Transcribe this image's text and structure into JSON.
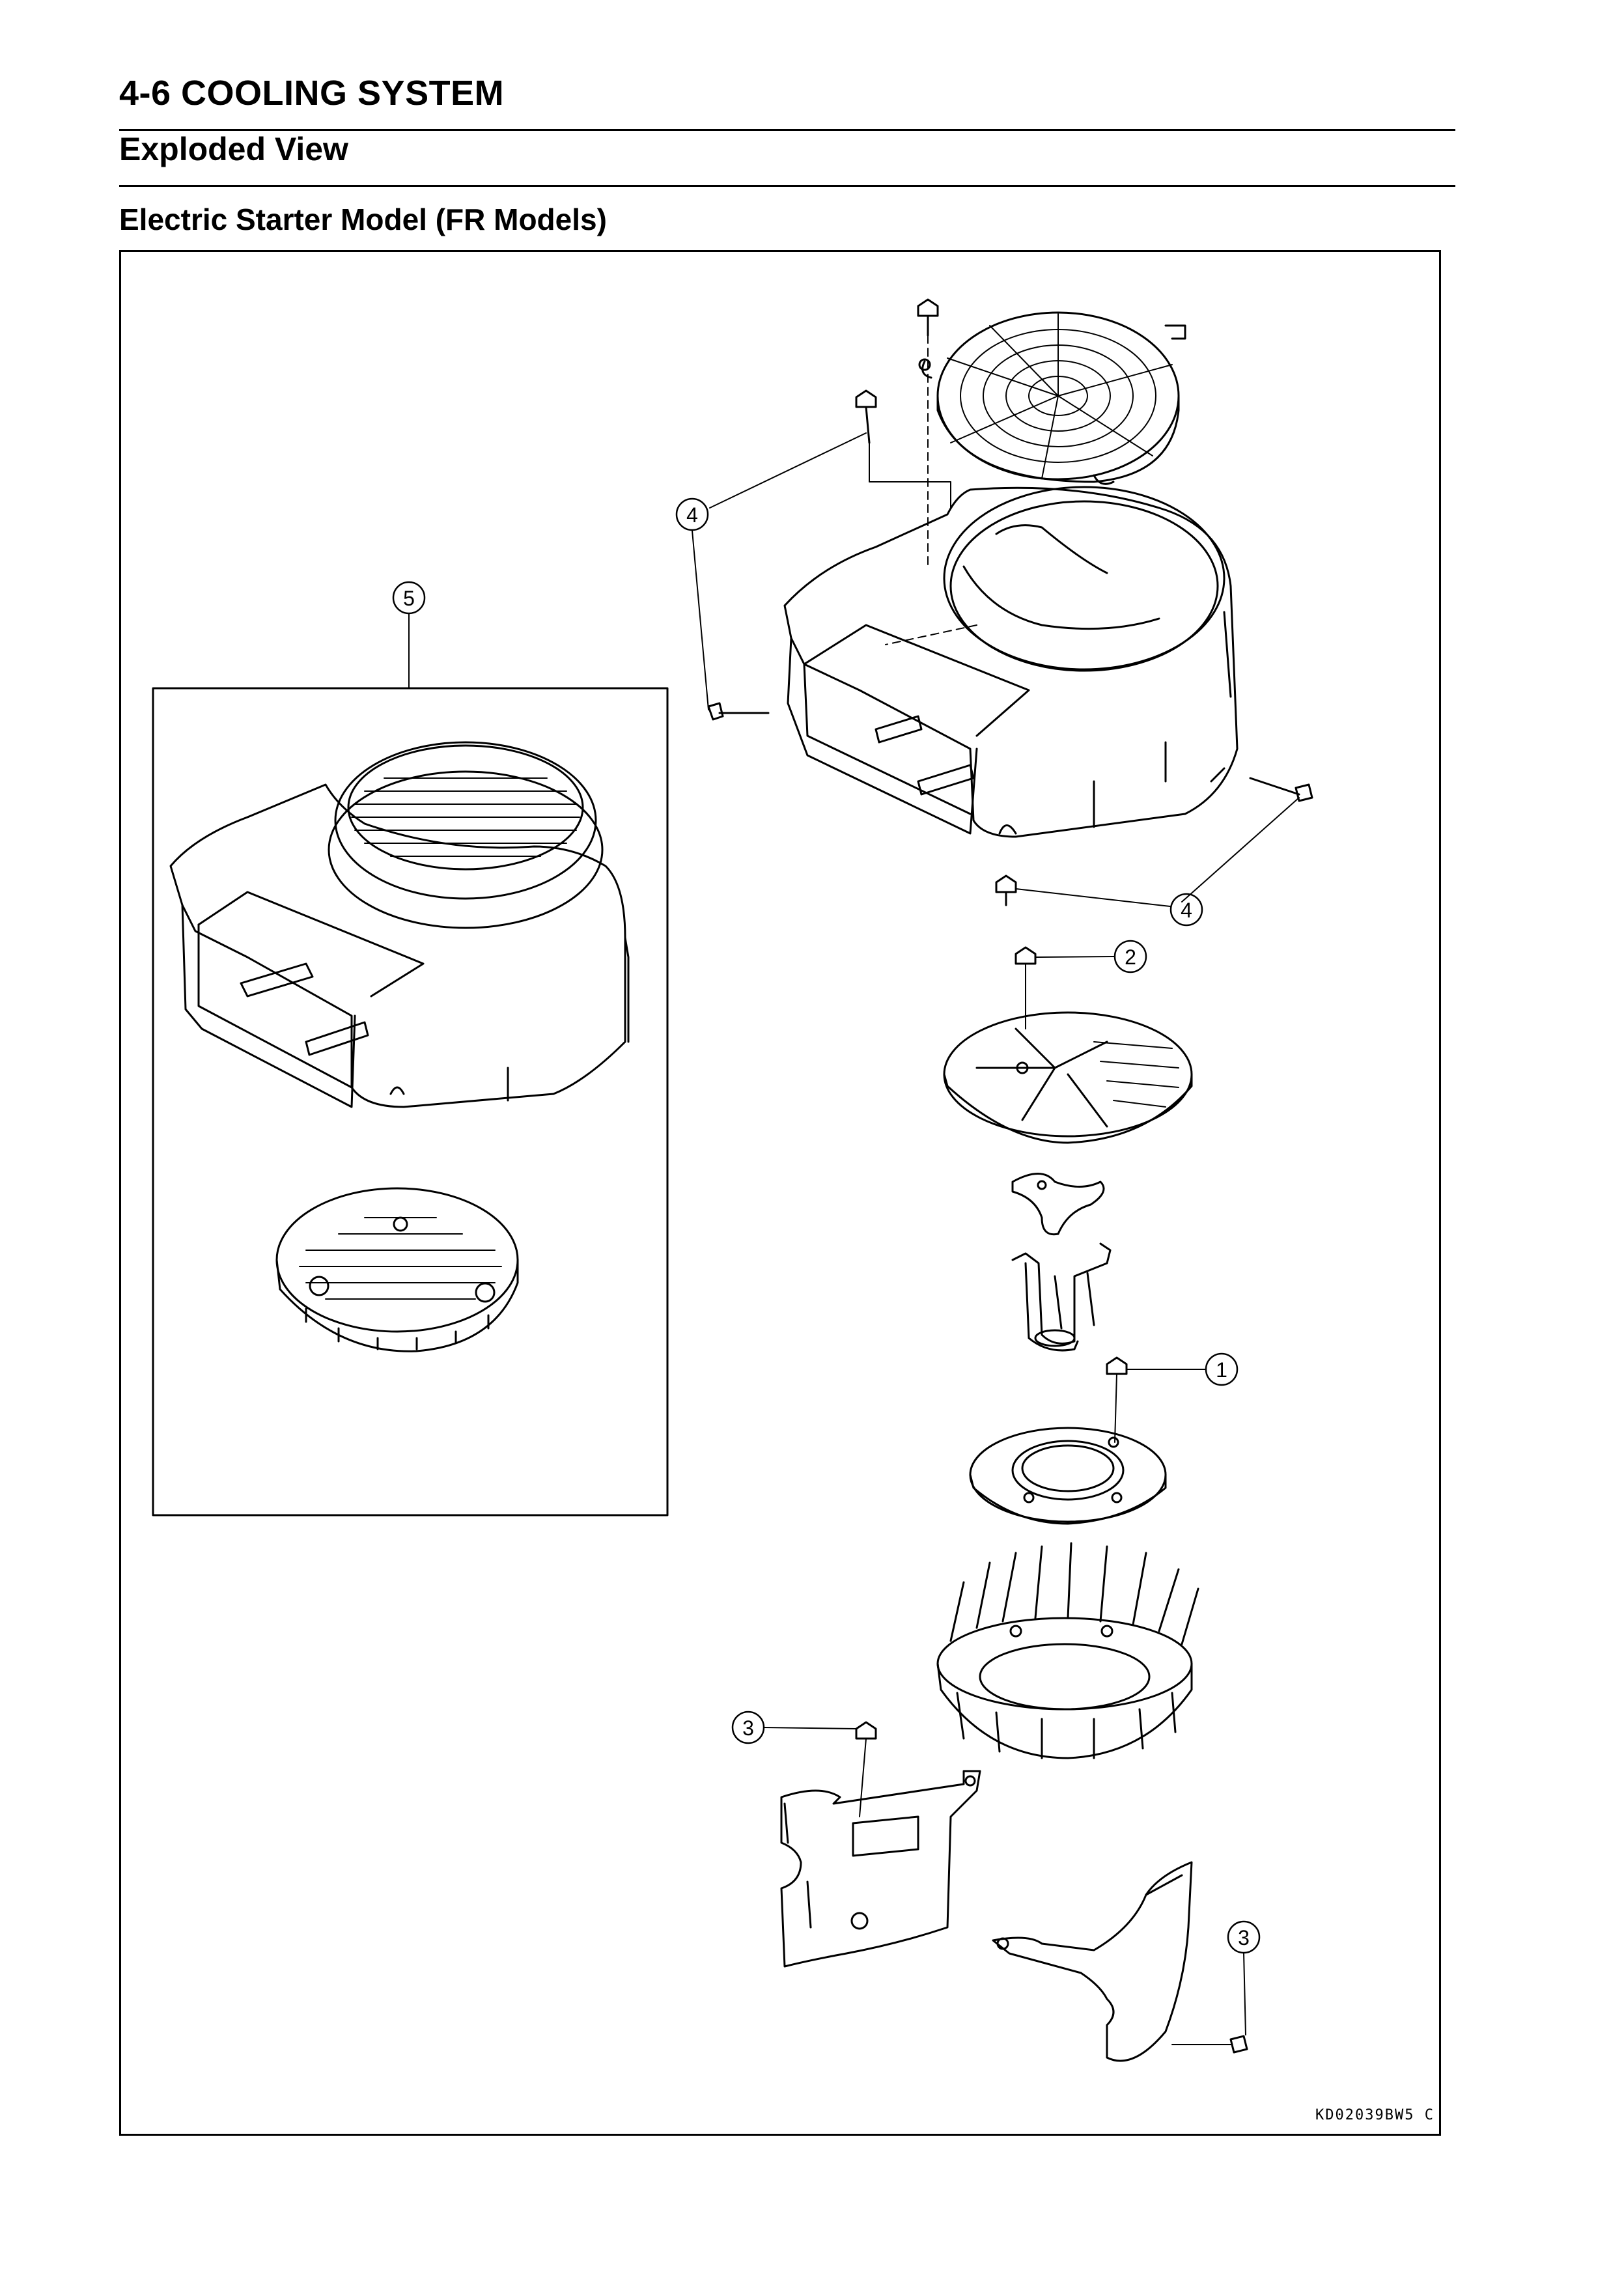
{
  "header": {
    "section_title": "4-6 COOLING SYSTEM",
    "subsection_title": "Exploded View",
    "diagram_caption": "Electric Starter Model (FR Models)"
  },
  "diagram": {
    "reference_code": "KD02039BW5 C",
    "callouts": [
      "1",
      "2",
      "3",
      "3",
      "4",
      "4",
      "5"
    ]
  }
}
